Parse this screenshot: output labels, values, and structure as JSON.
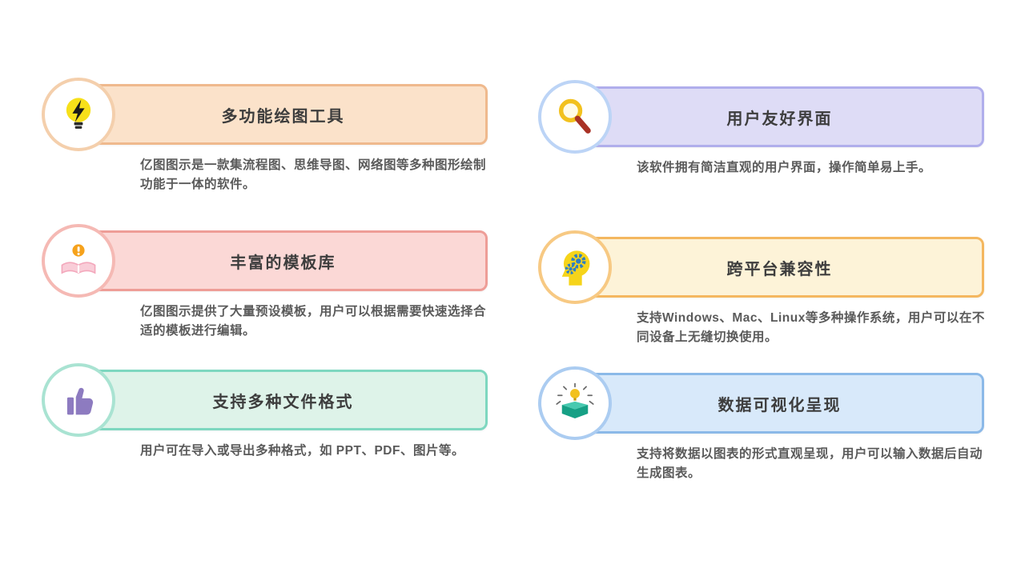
{
  "canvas": {
    "background": "#ffffff"
  },
  "features": [
    {
      "title": "多功能绘图工具",
      "description": "亿图图示是一款集流程图、思维导图、网络图等多种图形绘制功能于一体的软件。",
      "icon": "lightbulb-bolt-icon",
      "colors": {
        "banner_bg": "#fbe2ca",
        "banner_border": "#efb98d",
        "circle_border": "#f4cfac"
      }
    },
    {
      "title": "丰富的模板库",
      "description": "亿图图示提供了大量预设模板，用户可以根据需要快速选择合适的模板进行编辑。",
      "icon": "open-book-lamp-icon",
      "colors": {
        "banner_bg": "#fbd8d6",
        "banner_border": "#ee9d97",
        "circle_border": "#f5b9b4"
      }
    },
    {
      "title": "支持多种文件格式",
      "description": "用户可在导入或导出多种格式，如 PPT、PDF、图片等。",
      "icon": "thumbs-up-icon",
      "colors": {
        "banner_bg": "#def3e9",
        "banner_border": "#7ed7c0",
        "circle_border": "#a9e3d2"
      }
    },
    {
      "title": "用户友好界面",
      "description": "该软件拥有简洁直观的用户界面，操作简单易上手。",
      "icon": "magnifier-icon",
      "colors": {
        "banner_bg": "#dedcf6",
        "banner_border": "#b0aeec",
        "circle_border": "#bcd4f6"
      }
    },
    {
      "title": "跨平台兼容性",
      "description": "支持Windows、Mac、Linux等多种操作系统，用户可以在不同设备上无缝切换使用。",
      "icon": "head-gears-icon",
      "colors": {
        "banner_bg": "#fdf3d8",
        "banner_border": "#f4b75f",
        "circle_border": "#f7c983"
      }
    },
    {
      "title": "数据可视化呈现",
      "description": "支持将数据以图表的形式直观呈现，用户可以输入数据后自动生成图表。",
      "icon": "box-idea-icon",
      "colors": {
        "banner_bg": "#d8e9fa",
        "banner_border": "#8bb9e8",
        "circle_border": "#abccf1"
      }
    }
  ]
}
